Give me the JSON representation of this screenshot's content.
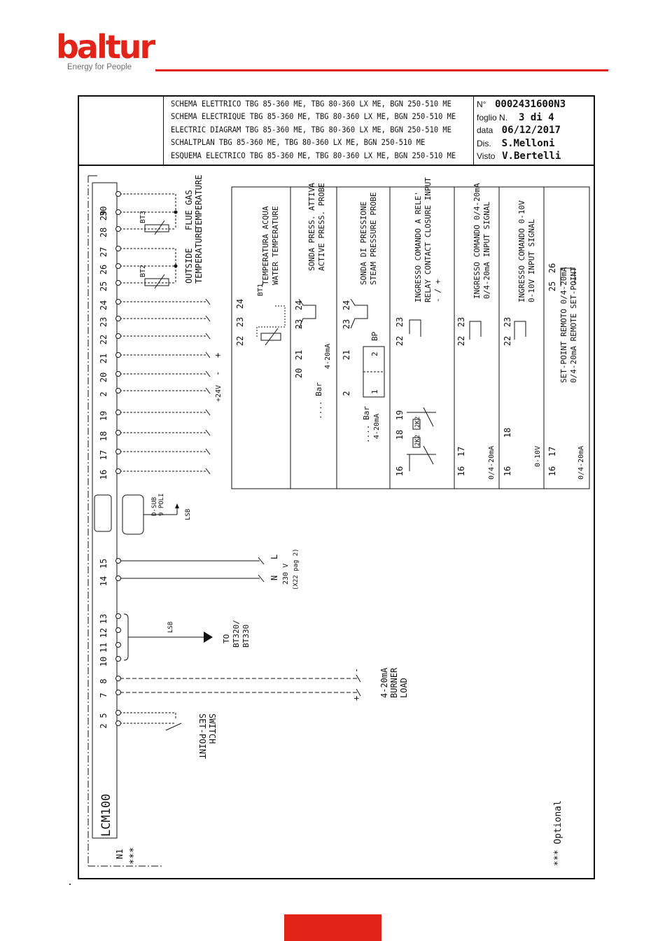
{
  "header": {
    "logo_word": "baltur",
    "logo_tagline": "Energy for People",
    "brand_color": "#e2231a"
  },
  "title_block": {
    "titles": [
      "SCHEMA ELETTRICO TBG 85-360 ME, TBG 80-360 LX ME, BGN 250-510 ME",
      "SCHEMA ELECTRIQUE TBG 85-360 ME, TBG 80-360 LX ME, BGN 250-510 ME",
      "ELECTRIC DIAGRAM TBG 85-360 ME, TBG 80-360 LX ME, BGN 250-510 ME",
      "SCHALTPLAN TBG 85-360 ME, TBG 80-360 LX ME, BGN 250-510 ME",
      "ESQUEMA ELECTRICO TBG 85-360 ME, TBG 80-360 LX ME, BGN 250-510 ME"
    ],
    "number_label": "N°",
    "number_value": "0002431600N3",
    "sheet_label": "foglio N.",
    "sheet_value": "3 di 4",
    "date_label": "data",
    "date_value": "06/12/2017",
    "drawn_label": "Dis.",
    "drawn_value": "S.Melloni",
    "checked_label": "Visto",
    "checked_value": "V.Bertelli"
  },
  "diagram": {
    "module_label": "LCM100",
    "module_ref": "N1",
    "module_mark": "***",
    "terminals_upper": [
      "16",
      "17",
      "18",
      "19",
      "2",
      "20",
      "21",
      "22",
      "23",
      "24",
      "25",
      "26",
      "27",
      "28",
      "29",
      "30"
    ],
    "terminals_power": [
      "14",
      "15"
    ],
    "terminals_bus": [
      "10",
      "11",
      "12",
      "13"
    ],
    "terminals_load": [
      "7",
      "8"
    ],
    "terminals_switch": [
      "2",
      "5"
    ],
    "dsub_label": [
      "D-SUB",
      "9 POLI"
    ],
    "lsb_label": "LSB",
    "supply_24v": "+24V",
    "minus_sign": "-",
    "plus_sign": "+",
    "bt2_label": "BT2",
    "bt3_label": "BT3",
    "outside_temp_label": [
      "OUTSIDE",
      "TEMPERATURE"
    ],
    "flue_gas_label": [
      "FLUE GAS",
      "TEMPERATURE"
    ],
    "power_l": "L",
    "power_n": "N",
    "power_voltage": "230 V",
    "power_ref": "(X22 pag 2)",
    "bus_target": [
      "TO",
      "BT320/",
      "BT330"
    ],
    "load_label": [
      "4-20mA",
      "BURNER",
      "LOAD"
    ],
    "switch_label": [
      "SWITCH",
      "SET-POINT"
    ],
    "optional_note": "*** Optional"
  },
  "options_table": {
    "columns": [
      {
        "title": [
          "TEMPERATURA ACQUA",
          "WATER TEMPERATURE"
        ],
        "sensor": "BT1",
        "terminals": [
          "22",
          "23",
          "24"
        ]
      },
      {
        "title": [
          "SONDA PRESS. ATTIVA",
          "ACTIVE PRESS. PROBE"
        ],
        "terminals_a": [
          "20",
          "21"
        ],
        "terminals_b": [
          "23",
          "24"
        ],
        "range": "4-20mA",
        "unit_note": ".... Bar"
      },
      {
        "title": [
          "SONDA DI PRESSIONE",
          "STEAM PRESSURE PROBE"
        ],
        "terminals_a": [
          "2",
          "21"
        ],
        "terminals_b": [
          "23",
          "24"
        ],
        "probe": "BP",
        "pins": [
          "1",
          "2"
        ],
        "range": "4-20mA",
        "unit_note": ".... Bar"
      },
      {
        "title": [
          "INGRESSO COMANDO A RELE'",
          "RELAY CONTACT CLOSURE INPUT",
          "- / +"
        ],
        "terminals_a": [
          "16",
          "18",
          "19"
        ],
        "terminals_b": [
          "22",
          "23"
        ],
        "relay": "2K2"
      },
      {
        "title": [
          "INGRESSO COMANDO 0/4-20mA",
          "0/4-20mA INPUT SIGNAL"
        ],
        "terminals_a": [
          "16",
          "17"
        ],
        "terminals_b": [
          "22",
          "23"
        ],
        "range": "0/4-20mA"
      },
      {
        "title": [
          "INGRESSO COMANDO 0-10V",
          "0-10V INPUT SIGNAL"
        ],
        "terminals_a": [
          "16",
          "18"
        ],
        "terminals_b": [
          "22",
          "23"
        ],
        "range": "0-10V"
      },
      {
        "title": [
          "SET-POINT REMOTO 0/4-20mA",
          "0/4-20mA REMOTE SET-POINT"
        ],
        "terminals_a": [
          "16",
          "17"
        ],
        "terminals_b": [
          "25",
          "26"
        ],
        "range": "0/4-20mA"
      }
    ]
  }
}
